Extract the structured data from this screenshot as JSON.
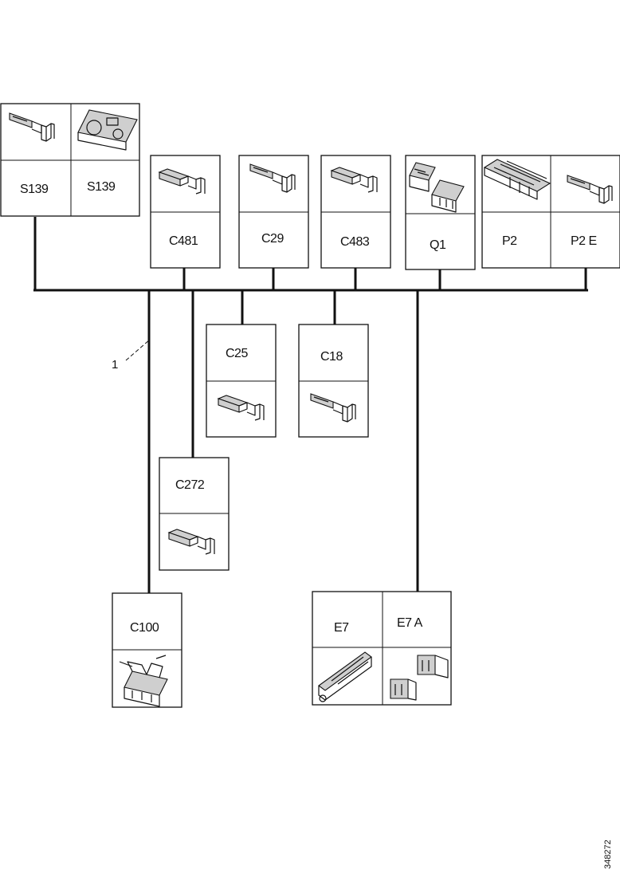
{
  "connectors": {
    "s139_a": "S139",
    "s139_b": "S139",
    "c481": "C481",
    "c29": "C29",
    "c483": "C483",
    "q1": "Q1",
    "p2": "P2",
    "p2e": "P2 E",
    "c25": "C25",
    "c18": "C18",
    "c272": "C272",
    "c100": "C100",
    "e7": "E7",
    "e7a": "E7 A"
  },
  "callout": {
    "label": "1"
  },
  "figure_ref": "348272"
}
